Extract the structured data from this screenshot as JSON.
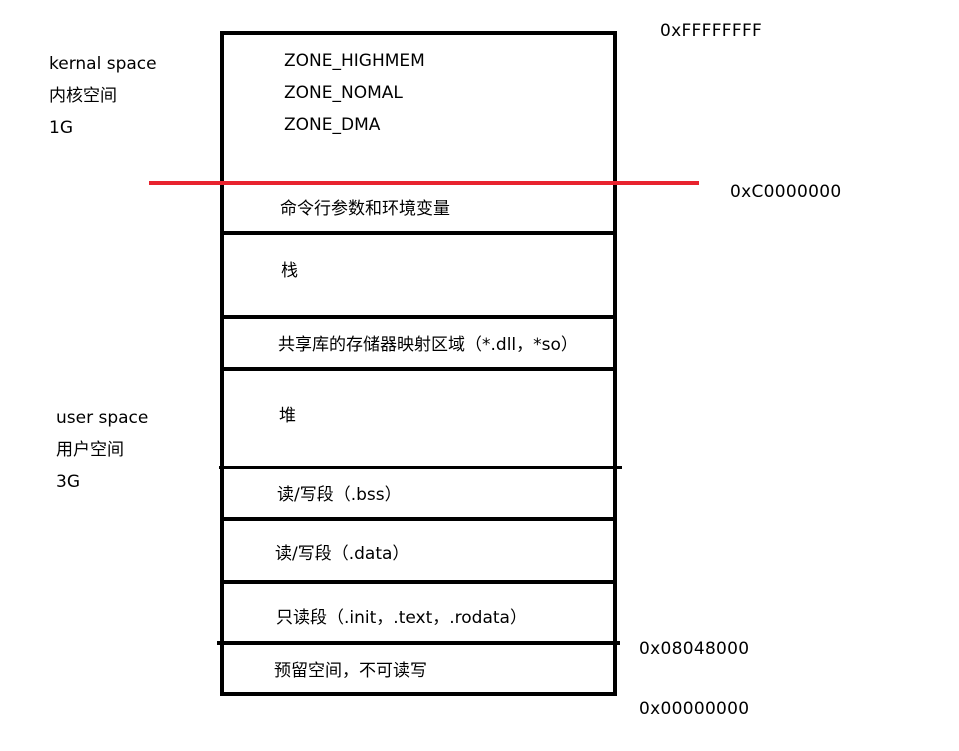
{
  "addresses": {
    "top": "0xFFFFFFFF",
    "kernel_boundary": "0xC0000000",
    "reserved_boundary": "0x08048000",
    "bottom": "0x00000000"
  },
  "kernel_space": {
    "line1": "kernal space",
    "line2": "内核空间",
    "line3": "1G",
    "zones": [
      "ZONE_HIGHMEM",
      "ZONE_NOMAL",
      "ZONE_DMA"
    ]
  },
  "user_space": {
    "line1": "user space",
    "line2": "用户空间",
    "line3": "3G"
  },
  "segments": [
    {
      "label": "命令行参数和环境变量"
    },
    {
      "label": "栈"
    },
    {
      "label": "共享库的存储器映射区域（*.dll，*so）"
    },
    {
      "label": "堆"
    },
    {
      "label": "读/写段（.bss）"
    },
    {
      "label": "读/写段（.data）"
    },
    {
      "label": "只读段（.init，.text，.rodata）"
    },
    {
      "label": "预留空间，不可读写"
    }
  ],
  "colors": {
    "boundary_line": "#e8232e",
    "frame": "#000000"
  }
}
